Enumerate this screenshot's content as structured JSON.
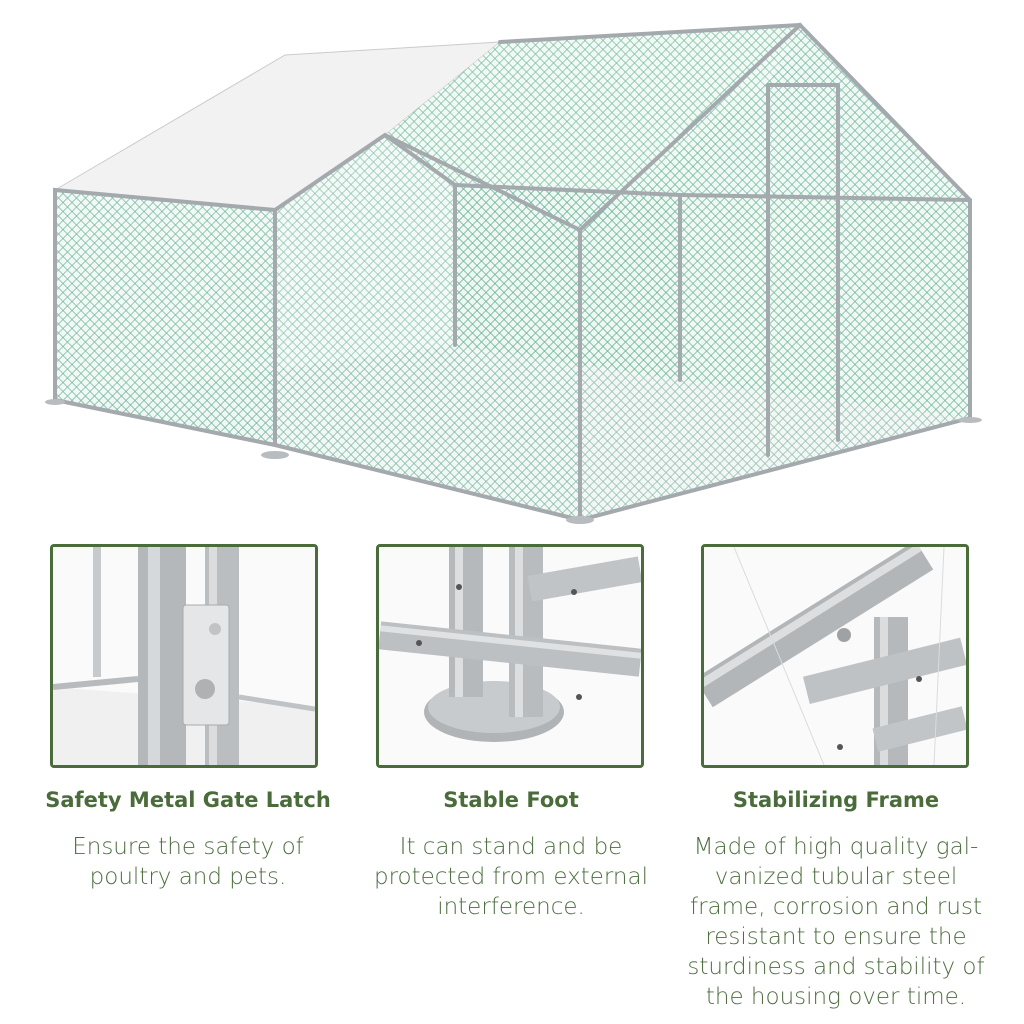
{
  "features": [
    {
      "title": "Safety Metal Gate Latch",
      "description": "Ensure the safety of\npoultry and pets.",
      "image_icon": "gate-latch"
    },
    {
      "title": "Stable Foot",
      "description": "It can stand   and be\nprotected from external\ninterference.",
      "image_icon": "base-plate-foot"
    },
    {
      "title": "Stabilizing Frame",
      "description": "Made of high quality gal-\nvanized tubular steel\nframe, corrosion and rust\nresistant to ensure the\nsturdiness and stability of\nthe housing over time.",
      "image_icon": "frame-joint"
    }
  ],
  "colors": {
    "accent": "#4a6b3a",
    "text": "#4e6e40",
    "mesh": "#3e9a7a",
    "steel": "#a9adb0",
    "roof_cover": "#f2f2f2"
  }
}
